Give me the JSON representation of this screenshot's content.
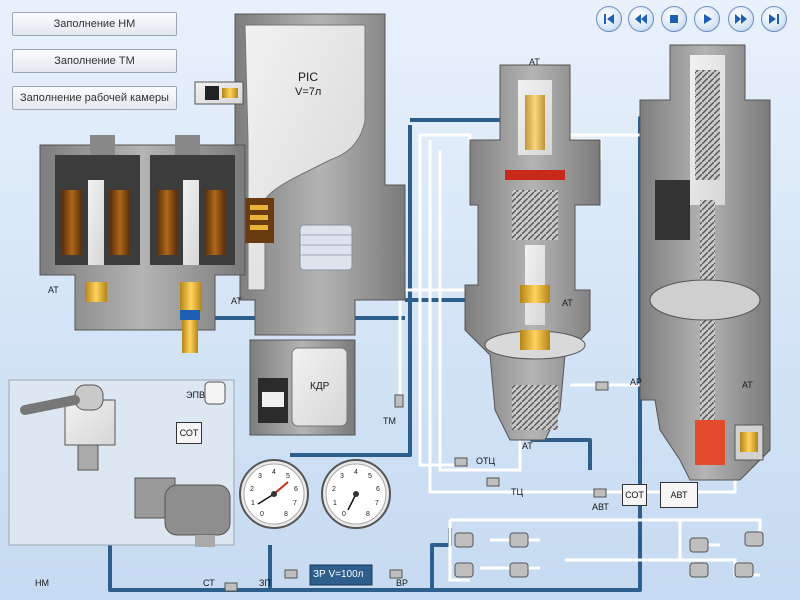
{
  "buttons": {
    "fill_nm": "Заполнение НМ",
    "fill_tm": "Заполнение ТМ",
    "fill_chamber": "Заполнение рабочей камеры"
  },
  "player": {
    "first": "skip-back-icon",
    "prev": "rewind-icon",
    "stop": "stop-icon",
    "play": "play-icon",
    "next": "fast-forward-icon",
    "last": "skip-forward-icon"
  },
  "labels": {
    "ric": "РІС",
    "ric_volume": "V=7л",
    "kdr": "КДР",
    "at": "АТ",
    "tm": "ТМ",
    "otc": "ОТЦ",
    "tc": "ТЦ",
    "ar": "АР",
    "avt_label": "АВТ",
    "sot": "СОТ",
    "avt_box": "АВТ",
    "epv": "ЭПВ",
    "nm": "НМ",
    "st": "СТ",
    "zp": "ЗП",
    "vr": "ВР",
    "zr": "ЗР V=100л"
  },
  "colors": {
    "pipe": "#2e5f8c",
    "pipe_light": "#ffffff",
    "body_gray": "#9a9a9a",
    "coil": "#8a4b12",
    "brass": "#e8b53a",
    "control": "#1c5fb3"
  }
}
